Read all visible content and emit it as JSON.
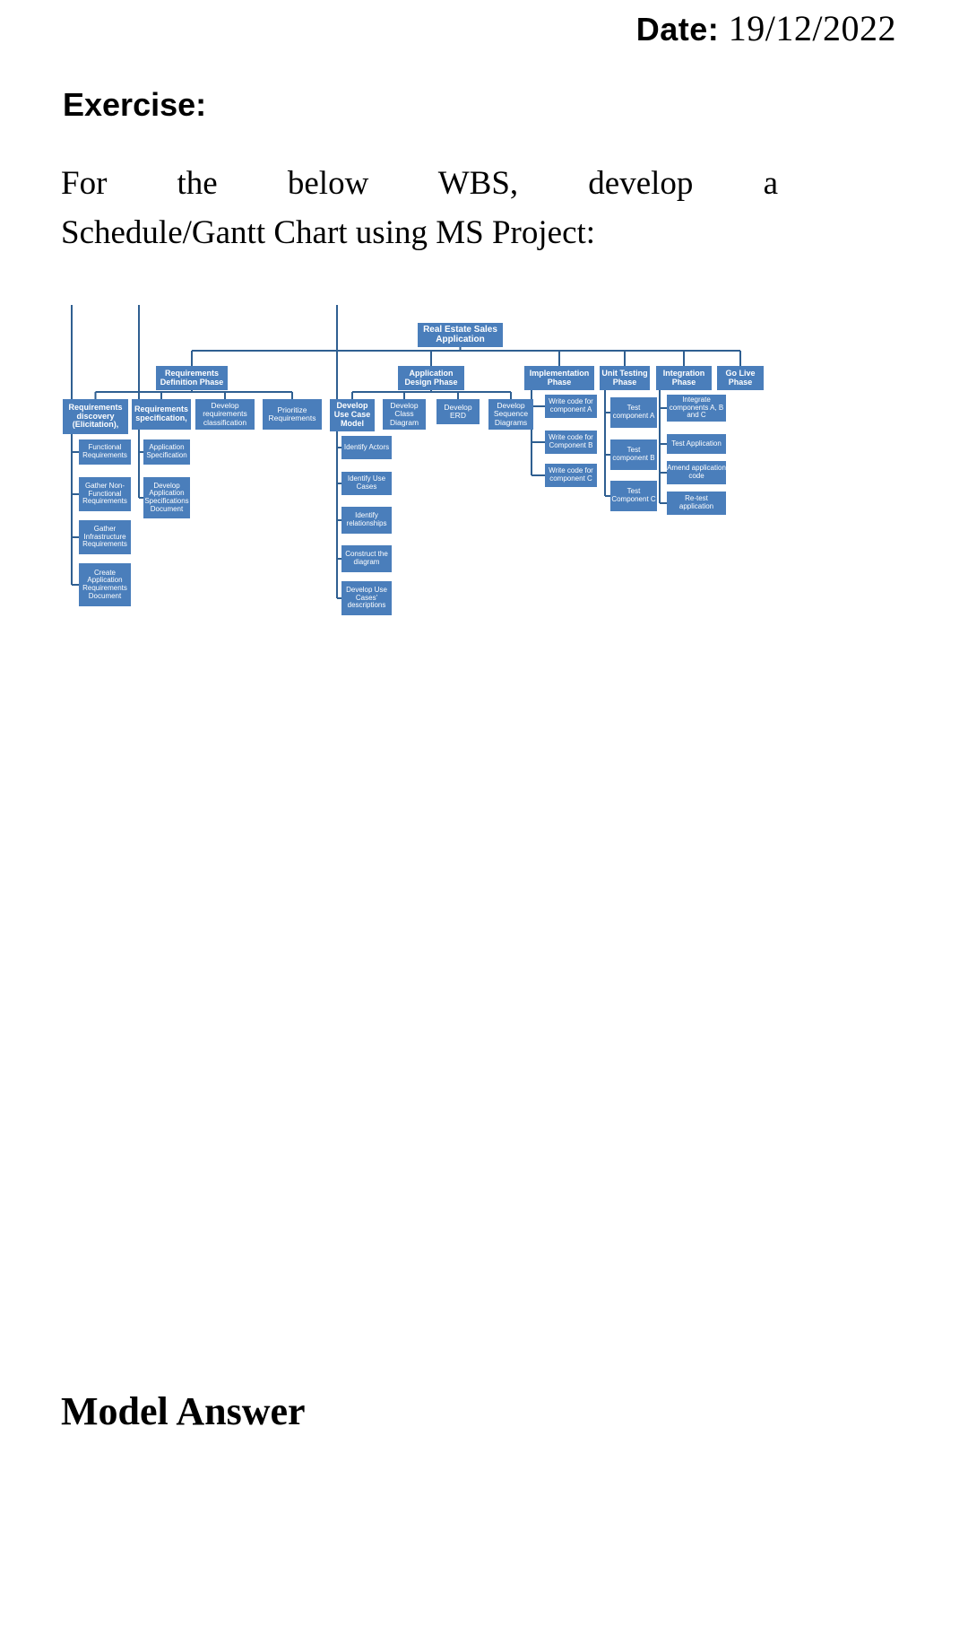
{
  "header": {
    "date_label": "Date:",
    "date_value": "19/12/2022"
  },
  "body": {
    "exercise_heading": "Exercise:",
    "paragraph_line1": "For the below WBS, develop a",
    "paragraph_line2": "Schedule/Gantt Chart using MS Project:",
    "model_answer": "Model Answer"
  },
  "wbs": {
    "root": "Real Estate Sales Application",
    "phases": [
      {
        "name": "Requirements Definition Phase",
        "children": [
          {
            "name": "Requirements discovery (Elicitation),",
            "children": [
              "Functional Requirements",
              "Gather Non-Functional Requirements",
              "Gather Infrastructure Requirements",
              "Create Application Requirements Document"
            ]
          },
          {
            "name": "Requirements specification,",
            "children": [
              "Application Specification",
              "Develop Application Specifications Document"
            ]
          },
          {
            "name": "Develop requirements classification",
            "children": []
          },
          {
            "name": "Prioritize Requirements",
            "children": []
          }
        ]
      },
      {
        "name": "Application Design Phase",
        "children": [
          {
            "name": "Develop Use Case Model",
            "children": [
              "Identify Actors",
              "Identify Use Cases",
              "Identify relationships",
              "Construct the diagram",
              "Develop Use Cases' descriptions"
            ]
          },
          {
            "name": "Develop Class Diagram",
            "children": []
          },
          {
            "name": "Develop ERD",
            "children": []
          },
          {
            "name": "Develop Sequence Diagrams",
            "children": []
          }
        ]
      },
      {
        "name": "Implementation Phase",
        "children": [
          {
            "name": "Write code for component A",
            "children": []
          },
          {
            "name": "Write code for Component B",
            "children": []
          },
          {
            "name": "Write code for component C",
            "children": []
          }
        ]
      },
      {
        "name": "Unit Testing Phase",
        "children": [
          {
            "name": "Test component A",
            "children": []
          },
          {
            "name": "Test component B",
            "children": []
          },
          {
            "name": "Test Component C",
            "children": []
          }
        ]
      },
      {
        "name": "Integration Phase",
        "children": [
          {
            "name": "Integrate components A, B and C",
            "children": []
          },
          {
            "name": "Test Application",
            "children": []
          },
          {
            "name": "Amend application code",
            "children": []
          },
          {
            "name": "Re-test application",
            "children": []
          }
        ]
      },
      {
        "name": "Go Live Phase",
        "children": []
      }
    ],
    "colors": {
      "box_fill": "#4a7ebb",
      "connector": "#2f5f91",
      "box_text": "#ffffff"
    }
  }
}
